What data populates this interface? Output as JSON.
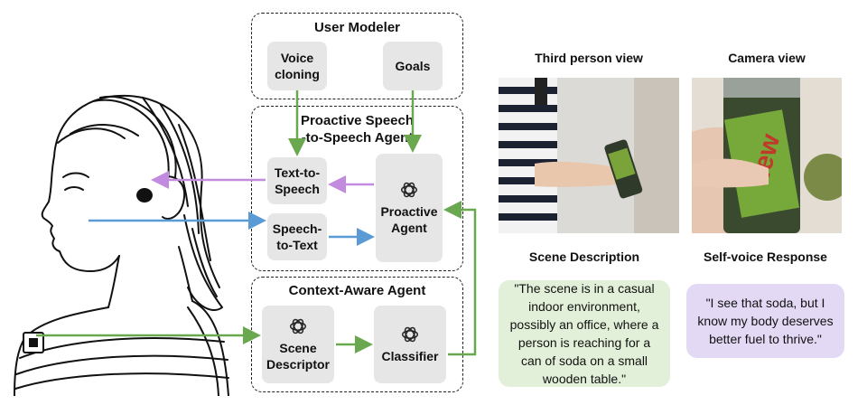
{
  "colors": {
    "green": "#6aa84f",
    "blue": "#5b9bd5",
    "purple": "#c28be0",
    "node_fill": "#e6e6e6",
    "scene_bg": "#e2f0d9",
    "voice_bg": "#e4d9f5"
  },
  "user_modeler": {
    "title": "User Modeler",
    "voice_cloning": "Voice\ncloning",
    "goals": "Goals"
  },
  "proactive_agent_group": {
    "title": "Proactive Speech\n-to-Speech Agent",
    "text_to_speech": "Text-to-\nSpeech",
    "speech_to_text": "Speech-\nto-Text",
    "proactive_agent": "Proactive\nAgent",
    "icon": "openai-logo-icon"
  },
  "context_group": {
    "title": "Context-Aware Agent",
    "scene_descriptor": "Scene\nDescriptor",
    "classifier": "Classifier",
    "icon": "openai-logo-icon"
  },
  "views": {
    "third_person": "Third person view",
    "camera": "Camera view",
    "soda_brand": "dew"
  },
  "scene_description": {
    "heading": "Scene Description",
    "text": "\"The scene is in a casual indoor environment, possibly an office, where a person is reaching for a can of soda on a small wooden table.\""
  },
  "self_voice": {
    "heading": "Self-voice Response",
    "text": "\"I see that soda, but I know my body deserves better fuel to thrive.\""
  }
}
